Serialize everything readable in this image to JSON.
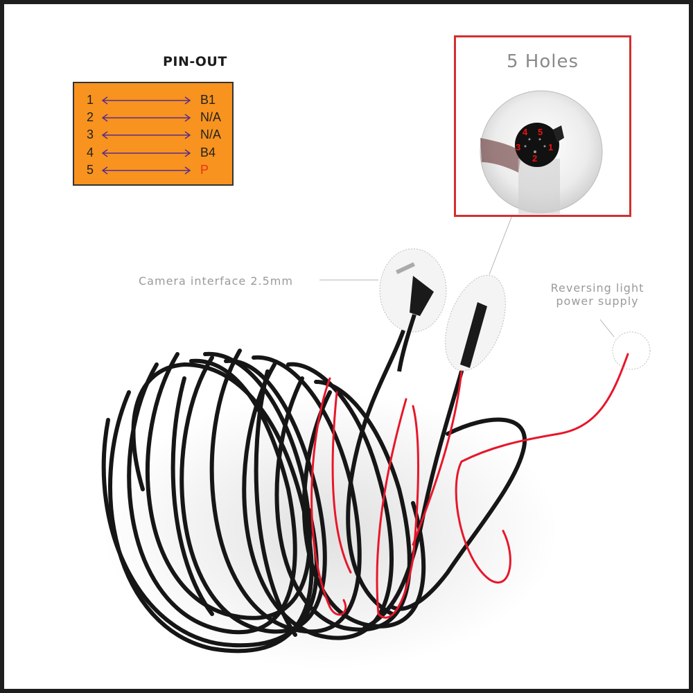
{
  "pinout": {
    "title": "PIN-OUT",
    "rows": [
      {
        "pin": "1",
        "signal": "B1"
      },
      {
        "pin": "2",
        "signal": "N/A"
      },
      {
        "pin": "3",
        "signal": "N/A"
      },
      {
        "pin": "4",
        "signal": "B4"
      },
      {
        "pin": "5",
        "signal": "P"
      }
    ],
    "box_color": "#f7931e",
    "arrow_color": "#5a2d8c",
    "highlight_color": "#e8361a"
  },
  "connector_detail": {
    "title": "5 Holes",
    "pin_labels": [
      "4",
      "5",
      "3",
      "1",
      "2"
    ],
    "frame_color": "#d32f2f"
  },
  "callouts": {
    "camera_interface": "Camera interface 2.5mm",
    "reversing_light_line1": "Reversing light",
    "reversing_light_line2": "power supply"
  }
}
